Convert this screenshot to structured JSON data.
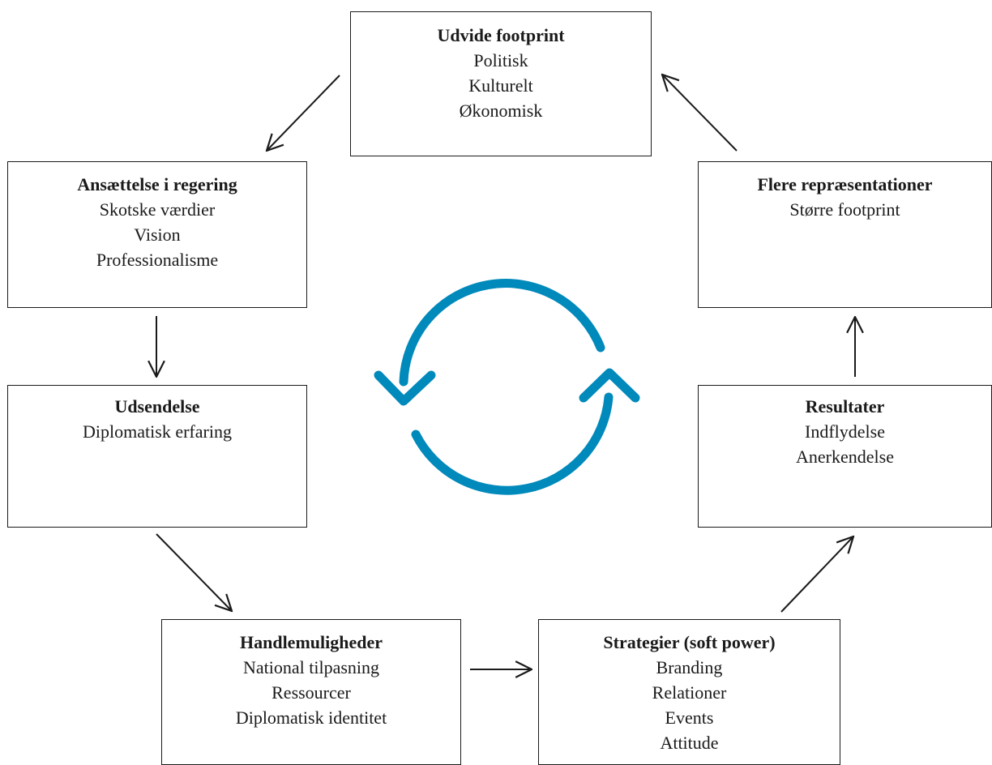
{
  "boxes": {
    "expand_footprint": {
      "title": "Udvide footprint",
      "lines": [
        "Politisk",
        "Kulturelt",
        "Økonomisk"
      ]
    },
    "government_hire": {
      "title": "Ansættelse i regering",
      "lines": [
        "Skotske værdier",
        "Vision",
        "Professionalisme"
      ]
    },
    "more_representations": {
      "title": "Flere repræsentationer",
      "lines": [
        "Større footprint"
      ]
    },
    "posting": {
      "title": "Udsendelse",
      "lines": [
        "Diplomatisk erfaring"
      ]
    },
    "results": {
      "title": "Resultater",
      "lines": [
        "Indflydelse",
        "Anerkendelse"
      ]
    },
    "options": {
      "title": "Handlemuligheder",
      "lines": [
        "National tilpasning",
        "Ressourcer",
        "Diplomatisk identitet"
      ]
    },
    "strategies": {
      "title": "Strategier (soft power)",
      "lines": [
        "Branding",
        "Relationer",
        "Events",
        "Attitude"
      ]
    }
  },
  "colors": {
    "cycle_icon": "#0089bb",
    "border": "#1a1a1a"
  },
  "icons": {
    "center": "refresh-cycle-icon"
  }
}
